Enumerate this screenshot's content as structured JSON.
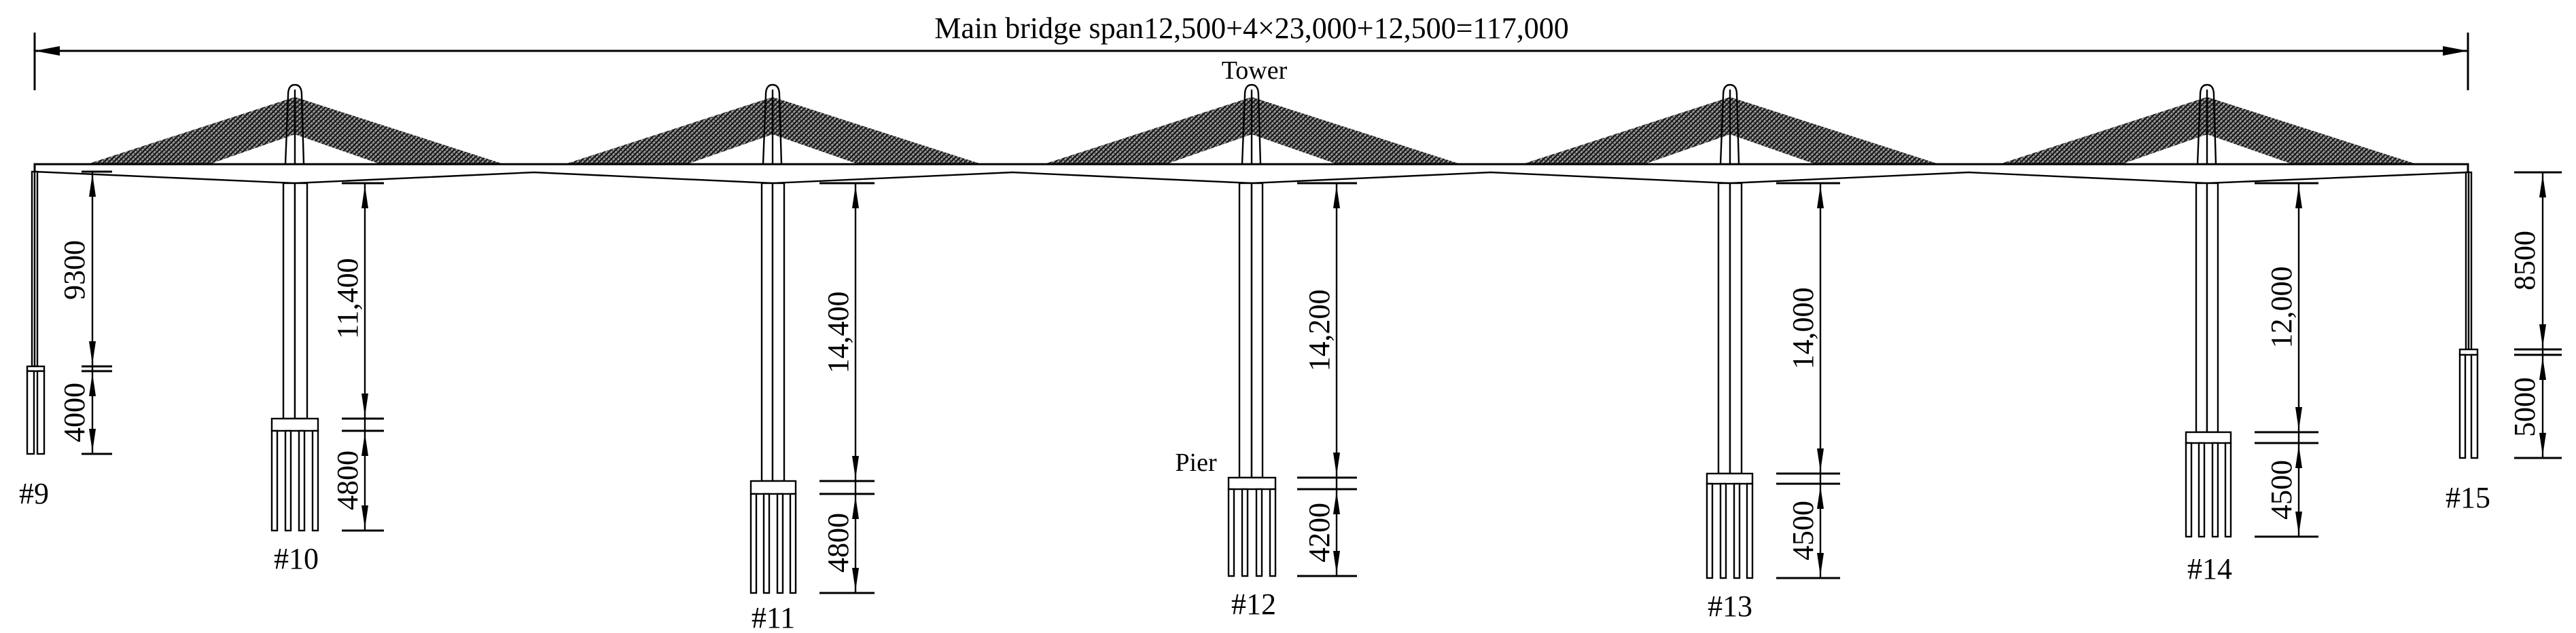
{
  "title": "Main bridge span12,500+4×23,000+12,500=117,000",
  "labels": {
    "tower": "Tower",
    "pier": "Pier"
  },
  "colors": {
    "line": "#000000",
    "cable_fill": "#3a3a3a",
    "background": "#ffffff"
  },
  "overall_span": {
    "total": "117,000",
    "side_span": "12,500",
    "main_span_count": 4,
    "main_span": "23,000"
  },
  "towers": [
    {
      "pier": "#10"
    },
    {
      "pier": "#11"
    },
    {
      "pier": "#12"
    },
    {
      "pier": "#13"
    },
    {
      "pier": "#14"
    }
  ],
  "piers": [
    {
      "id": "#9",
      "pier_height": "9300",
      "pile_length": "4000",
      "piles": 2
    },
    {
      "id": "#10",
      "pier_height": "11,400",
      "pile_length": "4800",
      "piles": 4
    },
    {
      "id": "#11",
      "pier_height": "14,400",
      "pile_length": "4800",
      "piles": 4
    },
    {
      "id": "#12",
      "pier_height": "14,200",
      "pile_length": "4200",
      "piles": 4
    },
    {
      "id": "#13",
      "pier_height": "14,000",
      "pile_length": "4500",
      "piles": 4
    },
    {
      "id": "#14",
      "pier_height": "12,000",
      "pile_length": "4500",
      "piles": 4
    },
    {
      "id": "#15",
      "pier_height": "8500",
      "pile_length": "5000",
      "piles": 2
    }
  ]
}
